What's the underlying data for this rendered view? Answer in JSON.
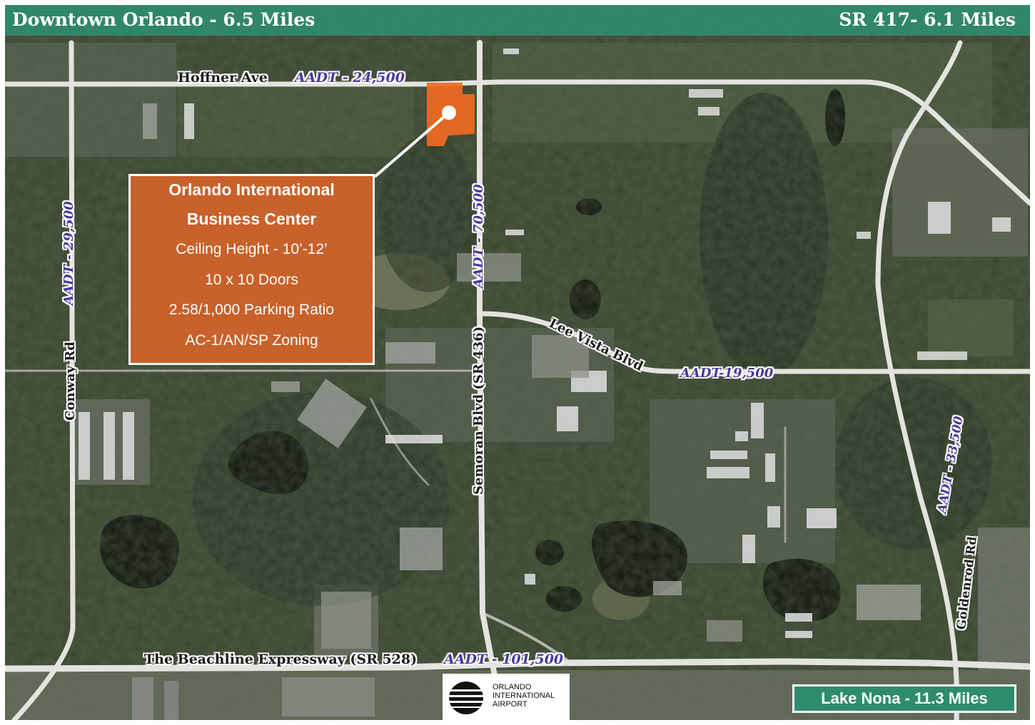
{
  "banner": {
    "left": "Downtown Orlando - 6.5 Miles",
    "right": "SR 417- 6.1 Miles"
  },
  "roads": {
    "hoffner": "Hoffner Ave",
    "conway": "Conway Rd",
    "semoran": "Semoran Blvd (SR 436)",
    "lee_vista": "Lee Vista Blvd",
    "beachline": "The Beachline Expressway (SR 528)",
    "goldenrod": "Goldenrod Rd"
  },
  "traffic": {
    "hoffner": "AADT - 24,500",
    "conway": "AADT - 29,500",
    "semoran": "AADT - 70,500",
    "lee_vista": "AADT-19,500",
    "beachline": "AADT - 101,500",
    "goldenrod": "AADT - 33,500"
  },
  "property": {
    "title_line1": "Orlando International",
    "title_line2": "Business Center",
    "ceiling": "Ceiling Height - 10’-12’",
    "doors": "10 x 10 Doors",
    "parking": "2.58/1,000 Parking Ratio",
    "zoning": "AC-1/AN/SP Zoning"
  },
  "lake_nona": "Lake Nona - 11.3 Miles",
  "airport_logo": {
    "line1": "ORLANDO",
    "line2": "INTERNATIONAL",
    "line3": "AIRPORT"
  },
  "colors": {
    "banner": "#2e8c6c",
    "property_box": "#c8612a",
    "parcel": "#f06a22",
    "aadt_text": "#4b3a9a"
  }
}
